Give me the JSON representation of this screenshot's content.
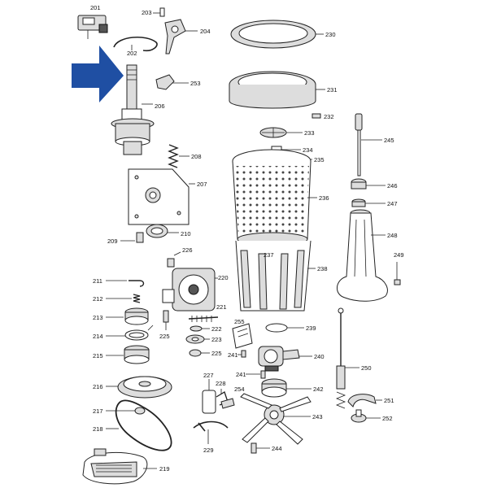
{
  "diagram": {
    "part_numbers": {
      "p201": "201",
      "p202": "202",
      "p203": "203",
      "p204": "204",
      "p206": "206",
      "p207": "207",
      "p208": "208",
      "p209": "209",
      "p210": "210",
      "p211": "211",
      "p212": "212",
      "p213": "213",
      "p214": "214",
      "p215": "215",
      "p216": "216",
      "p217": "217",
      "p218": "218",
      "p219": "219",
      "p220": "220",
      "p221": "221",
      "p222": "222",
      "p223": "223",
      "p225a": "225",
      "p225b": "225",
      "p226": "226",
      "p227": "227",
      "p228": "228",
      "p229": "229",
      "p230": "230",
      "p231": "231",
      "p232": "232",
      "p233": "233",
      "p234": "234",
      "p235": "235",
      "p236": "236",
      "p237": "237",
      "p238": "238",
      "p239": "239",
      "p240": "240",
      "p241a": "241",
      "p241b": "241",
      "p242": "242",
      "p243": "243",
      "p244": "244",
      "p245": "245",
      "p246": "246",
      "p247": "247",
      "p248": "248",
      "p249": "249",
      "p250": "250",
      "p251": "251",
      "p252": "252",
      "p253": "253",
      "p254": "254",
      "p255": "255"
    },
    "arrow_color": "#1f4fa3"
  }
}
